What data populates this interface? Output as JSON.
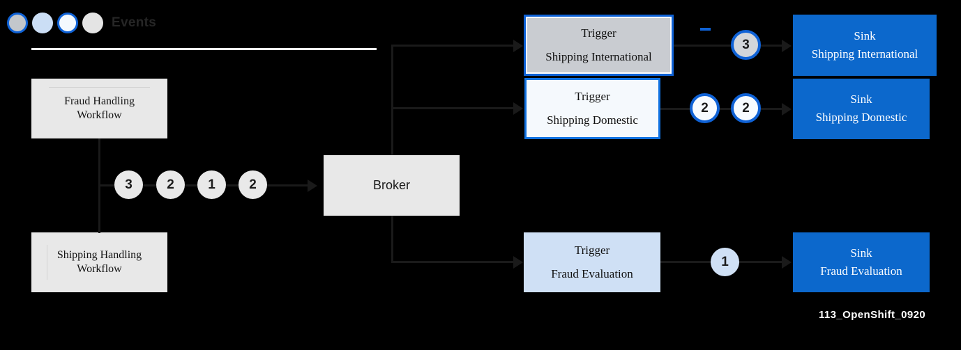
{
  "legend": {
    "label": "Events",
    "dots": [
      {
        "name": "legend-dot-grey-outlined",
        "fill": "#c3c7cc",
        "stroke": "#0f62d6"
      },
      {
        "name": "legend-dot-lightblue",
        "fill": "#cbdef5",
        "stroke": "none"
      },
      {
        "name": "legend-dot-white-outlined",
        "fill": "#f4f9fe",
        "stroke": "#0f62d6"
      },
      {
        "name": "legend-dot-grey",
        "fill": "#e4e4e4",
        "stroke": "none"
      }
    ]
  },
  "workflows": [
    {
      "line1": "Fraud  Handling",
      "line2": "Workflow"
    },
    {
      "line1": "Shipping  Handling",
      "line2": "Workflow"
    }
  ],
  "broker": {
    "label": "Broker"
  },
  "workflow_events": [
    {
      "value": "3",
      "style": "ev-grey"
    },
    {
      "value": "2",
      "style": "ev-grey"
    },
    {
      "value": "1",
      "style": "ev-grey"
    },
    {
      "value": "2",
      "style": "ev-grey"
    }
  ],
  "triggers": [
    {
      "line1": "Trigger",
      "line2": "Shipping  International",
      "style": "trigger-a"
    },
    {
      "line1": "Trigger",
      "line2": "Shipping  Domestic",
      "style": "trigger-b"
    },
    {
      "line1": "Trigger",
      "line2": "Fraud  Evaluation",
      "style": "trigger-c"
    }
  ],
  "sinks": [
    {
      "line1": "Sink",
      "line2": "Shipping  International"
    },
    {
      "line1": "Sink",
      "line2": "Shipping  Domestic"
    },
    {
      "line1": "Sink",
      "line2": "Fraud  Evaluation"
    }
  ],
  "sink_events": [
    {
      "value": "3",
      "style": "ev-greyb"
    },
    {
      "value": "2",
      "style": "ev-whiteb"
    },
    {
      "value": "2",
      "style": "ev-whiteb"
    },
    {
      "value": "1",
      "style": "ev-blue"
    }
  ],
  "corner_tag": "113_OpenShift_0920",
  "colors": {
    "background": "#000000",
    "accent_blue": "#0f62d6",
    "sink_blue": "#0c68cc",
    "box_grey": "#e8e8e8",
    "line": "#1a1a1a"
  }
}
